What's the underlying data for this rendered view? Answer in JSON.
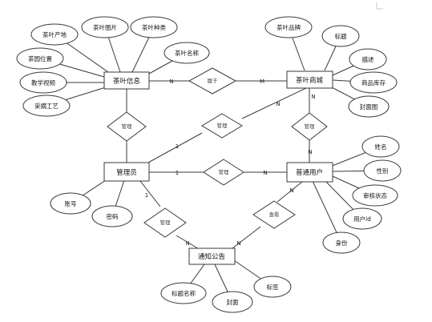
{
  "entities": {
    "tea_info": "茶叶信息",
    "tea_mall": "茶叶商城",
    "admin": "管理员",
    "user": "普通用户",
    "notice": "通知公告"
  },
  "attributes": {
    "tea_info": [
      "茶叶产地",
      "茶叶图片",
      "茶叶种类",
      "茶园位置",
      "茶叶名称",
      "教学视频",
      "采摘工艺"
    ],
    "tea_mall": [
      "茶叶品牌",
      "标题",
      "描述",
      "商品库存",
      "封面图"
    ],
    "admin": [
      "账号",
      "密码"
    ],
    "user": [
      "姓名",
      "性别",
      "审核状态",
      "用户id",
      "身份"
    ],
    "notice": [
      "标题名称",
      "封面",
      "标签"
    ]
  },
  "relationships": {
    "belongs": "属于",
    "manage_info": "管理",
    "manage_mall": "管理",
    "manage_user": "管理",
    "manage_notice": "管理",
    "view": "查看"
  },
  "cardinalities": {
    "info_belongs": "N",
    "belongs_mall": "M",
    "mall_manage": "N",
    "admin_mall": "1",
    "admin_user_1": "1",
    "admin_user_n": "N",
    "mall_user_top": "N",
    "mall_user_bottom": "N",
    "user_view": "N",
    "admin_notice": "1",
    "notice_left": "N",
    "notice_right": "N"
  }
}
